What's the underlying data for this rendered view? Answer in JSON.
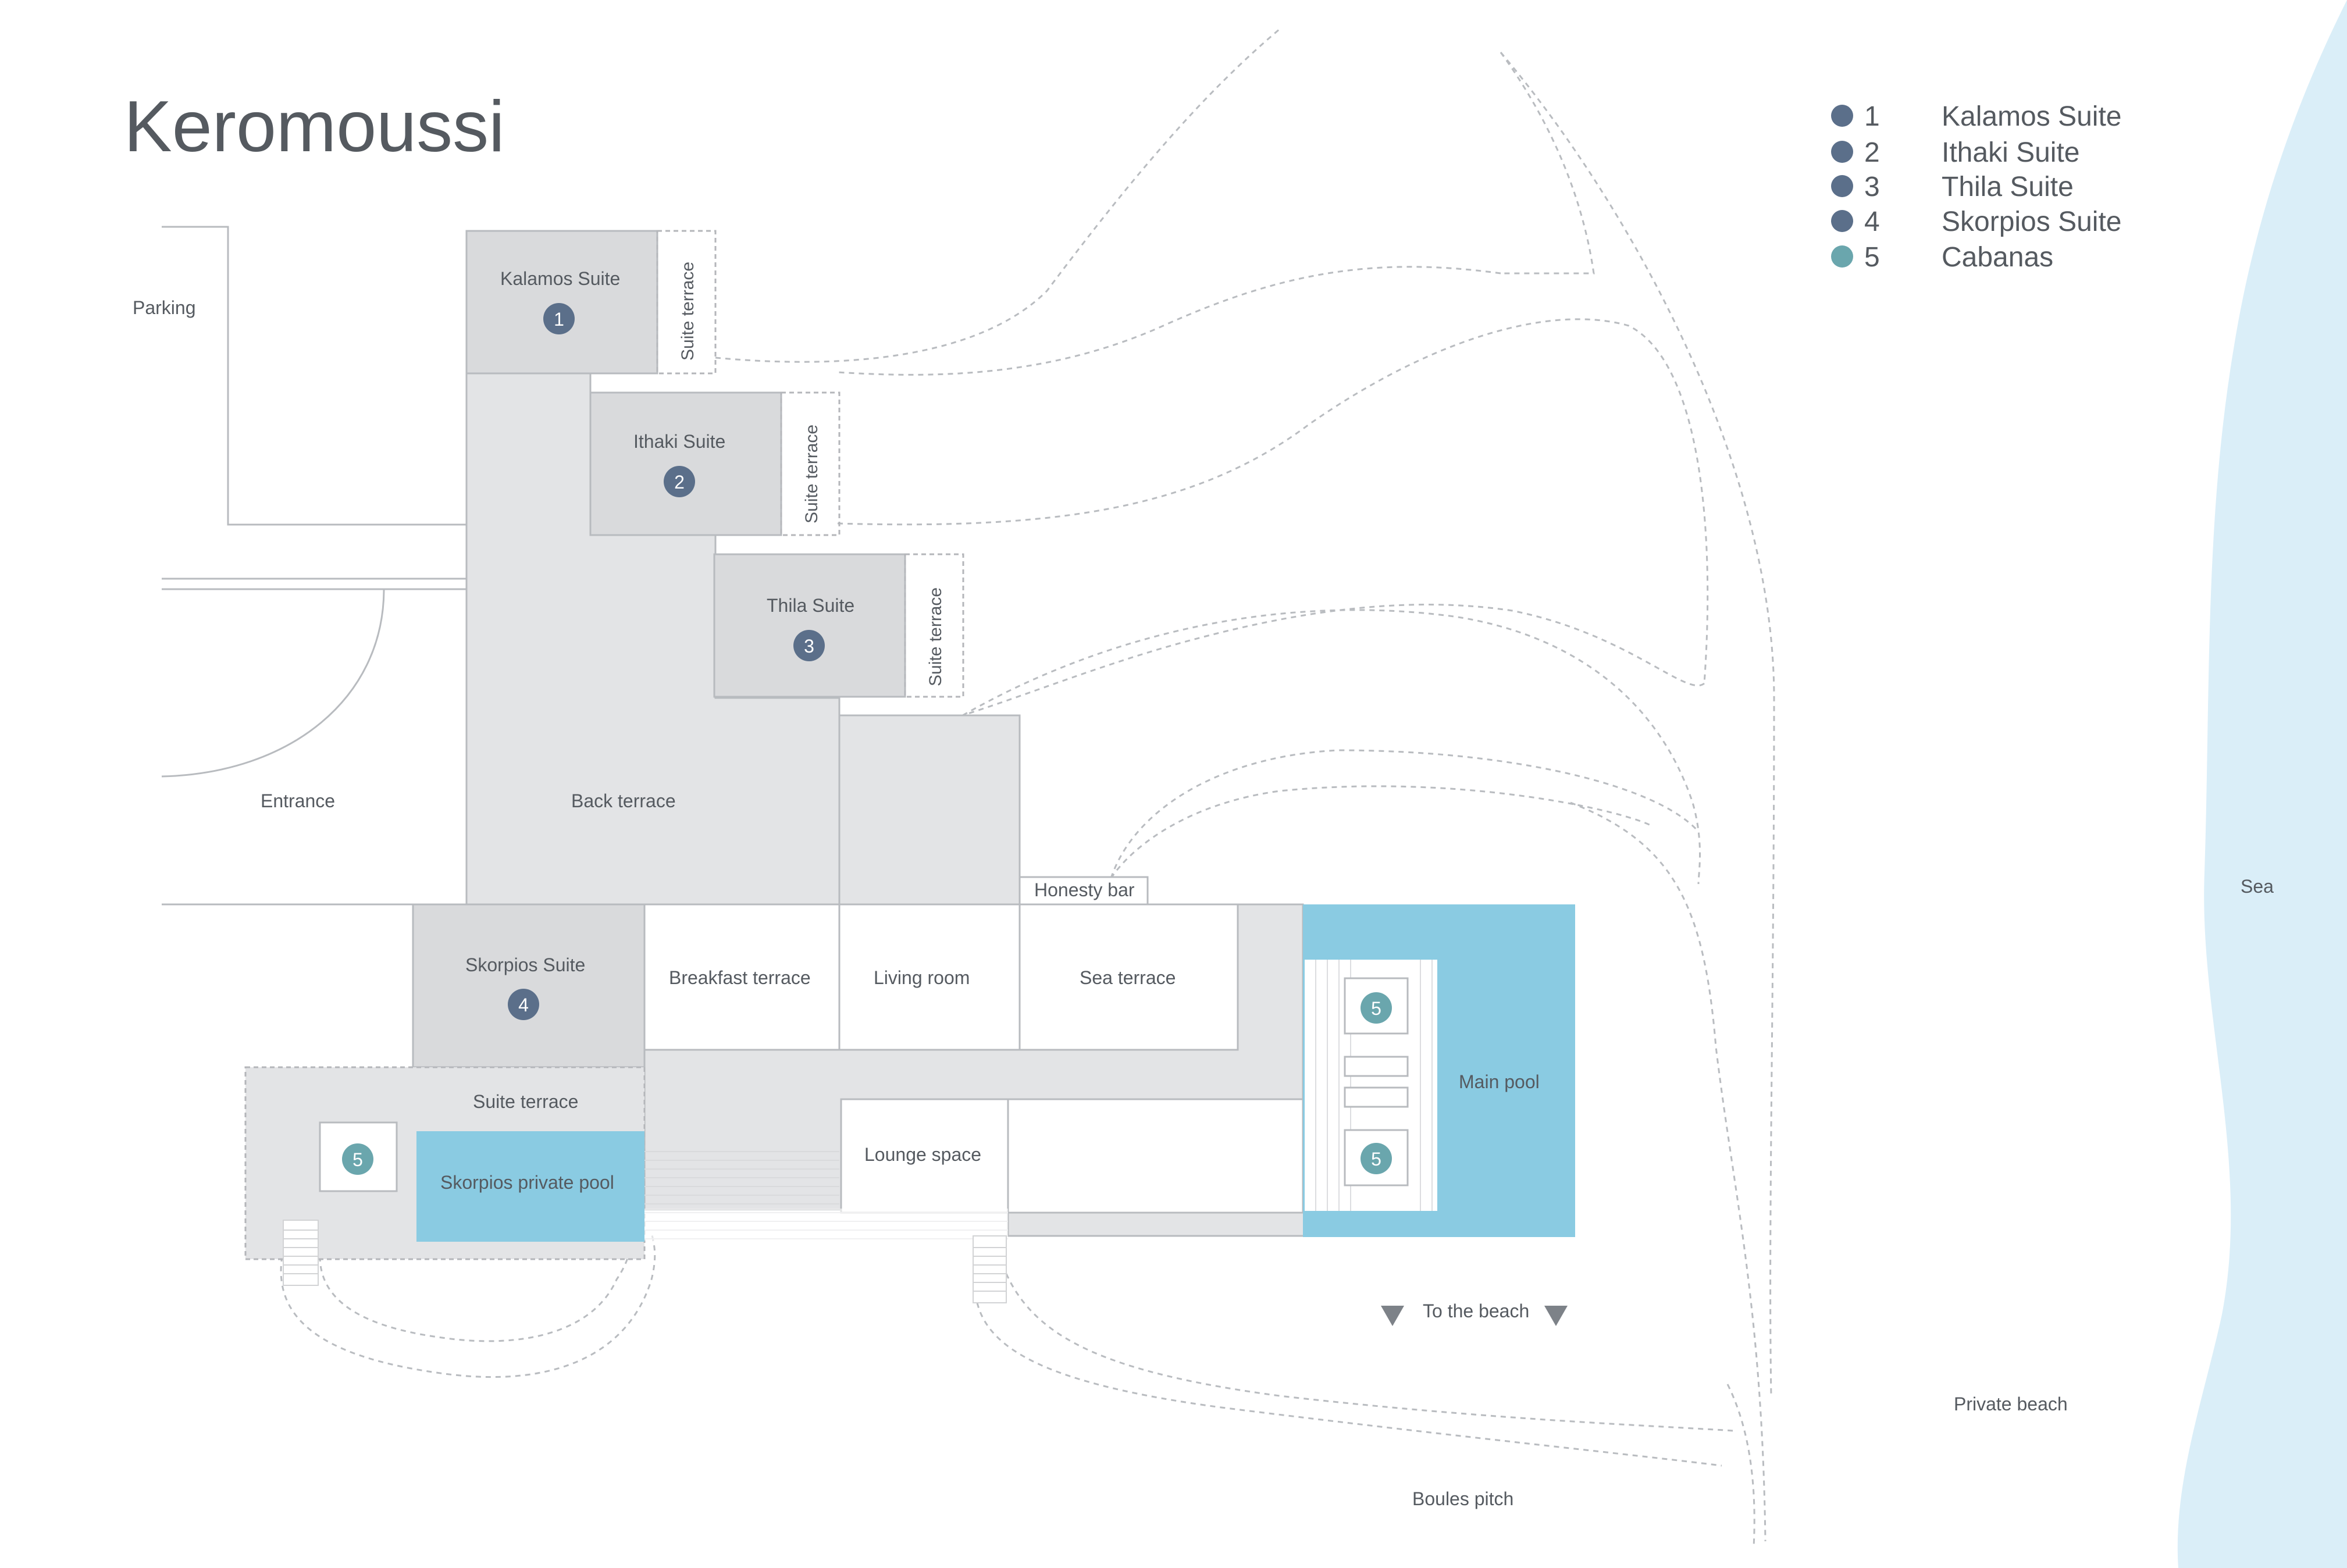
{
  "title": "Keromoussi",
  "colors": {
    "suite_marker": "#5b6f8a",
    "cabana_marker": "#6aa6ad",
    "pool": "#8acbe2",
    "sea": "#daeef8",
    "building": "#e3e4e6"
  },
  "legend": [
    {
      "number": "1",
      "label": "Kalamos Suite",
      "type": "suite"
    },
    {
      "number": "2",
      "label": "Ithaki Suite",
      "type": "suite"
    },
    {
      "number": "3",
      "label": "Thila Suite",
      "type": "suite"
    },
    {
      "number": "4",
      "label": "Skorpios Suite",
      "type": "suite"
    },
    {
      "number": "5",
      "label": "Cabanas",
      "type": "cabana"
    }
  ],
  "labels": {
    "parking": "Parking",
    "entrance": "Entrance",
    "back_terrace": "Back terrace",
    "kalamos": "Kalamos Suite",
    "ithaki": "Ithaki Suite",
    "thila": "Thila Suite",
    "skorpios": "Skorpios Suite",
    "suite_terrace": "Suite terrace",
    "honesty_bar": "Honesty bar",
    "breakfast_terrace": "Breakfast terrace",
    "living_room": "Living room",
    "sea_terrace": "Sea terrace",
    "lounge_space": "Lounge space",
    "main_pool": "Main pool",
    "skorpios_pool": "Skorpios private pool",
    "to_beach": "To the beach",
    "boules": "Boules pitch",
    "private_beach": "Private beach",
    "sea": "Sea"
  },
  "markers": {
    "m1": "1",
    "m2": "2",
    "m3": "3",
    "m4": "4",
    "m5": "5"
  }
}
